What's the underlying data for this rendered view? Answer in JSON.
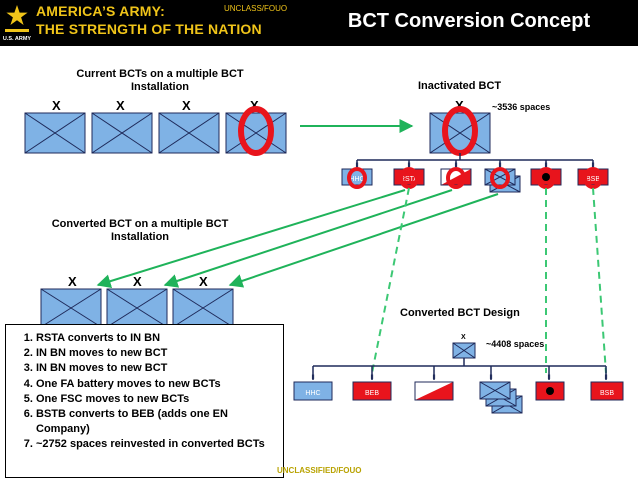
{
  "header": {
    "title_line1": "AMERICA’S ARMY:",
    "title_line2": "THE STRENGTH OF THE NATION",
    "classification": "UNCLASS/FOUO",
    "slide_title": "BCT Conversion Concept",
    "logo_text": "U.S. ARMY"
  },
  "current": {
    "label_line1": "Current BCTs on a multiple BCT",
    "label_line2": "Installation",
    "mark": "X"
  },
  "inactivated": {
    "label": "Inactivated BCT",
    "mark": "X",
    "spaces": "~3536 spaces",
    "units": [
      "HHC",
      "RSTA",
      "",
      "",
      "",
      "BSB"
    ]
  },
  "converted": {
    "label_line1": "Converted BCT on a multiple BCT",
    "label_line2": "Installation",
    "mark": "X"
  },
  "design": {
    "label": "Converted BCT Design",
    "mark": "X",
    "spaces": "~4408 spaces",
    "units": [
      "HHC",
      "BEB",
      "",
      "",
      "",
      "BSB"
    ]
  },
  "echelon": "II",
  "steps": [
    "RSTA converts to IN BN",
    "IN BN moves to new BCT",
    "IN BN moves to new BCT",
    "One FA battery moves to new BCTs",
    "One FSC moves to new BCTs",
    "BSTB converts to BEB (adds one EN Company)",
    "~2752 spaces reinvested in converted BCTs"
  ],
  "footer": {
    "classification": "UNCLASSIFIED/FOUO"
  },
  "colors": {
    "header_bg": "#000000",
    "header_text": "#f0c419",
    "unit_fill": "#7fb2e5",
    "unit_red": "#e8141c",
    "arrow_green": "#1fb35a",
    "circle_red": "#e8141c",
    "line_navy": "#1f2a5a"
  }
}
